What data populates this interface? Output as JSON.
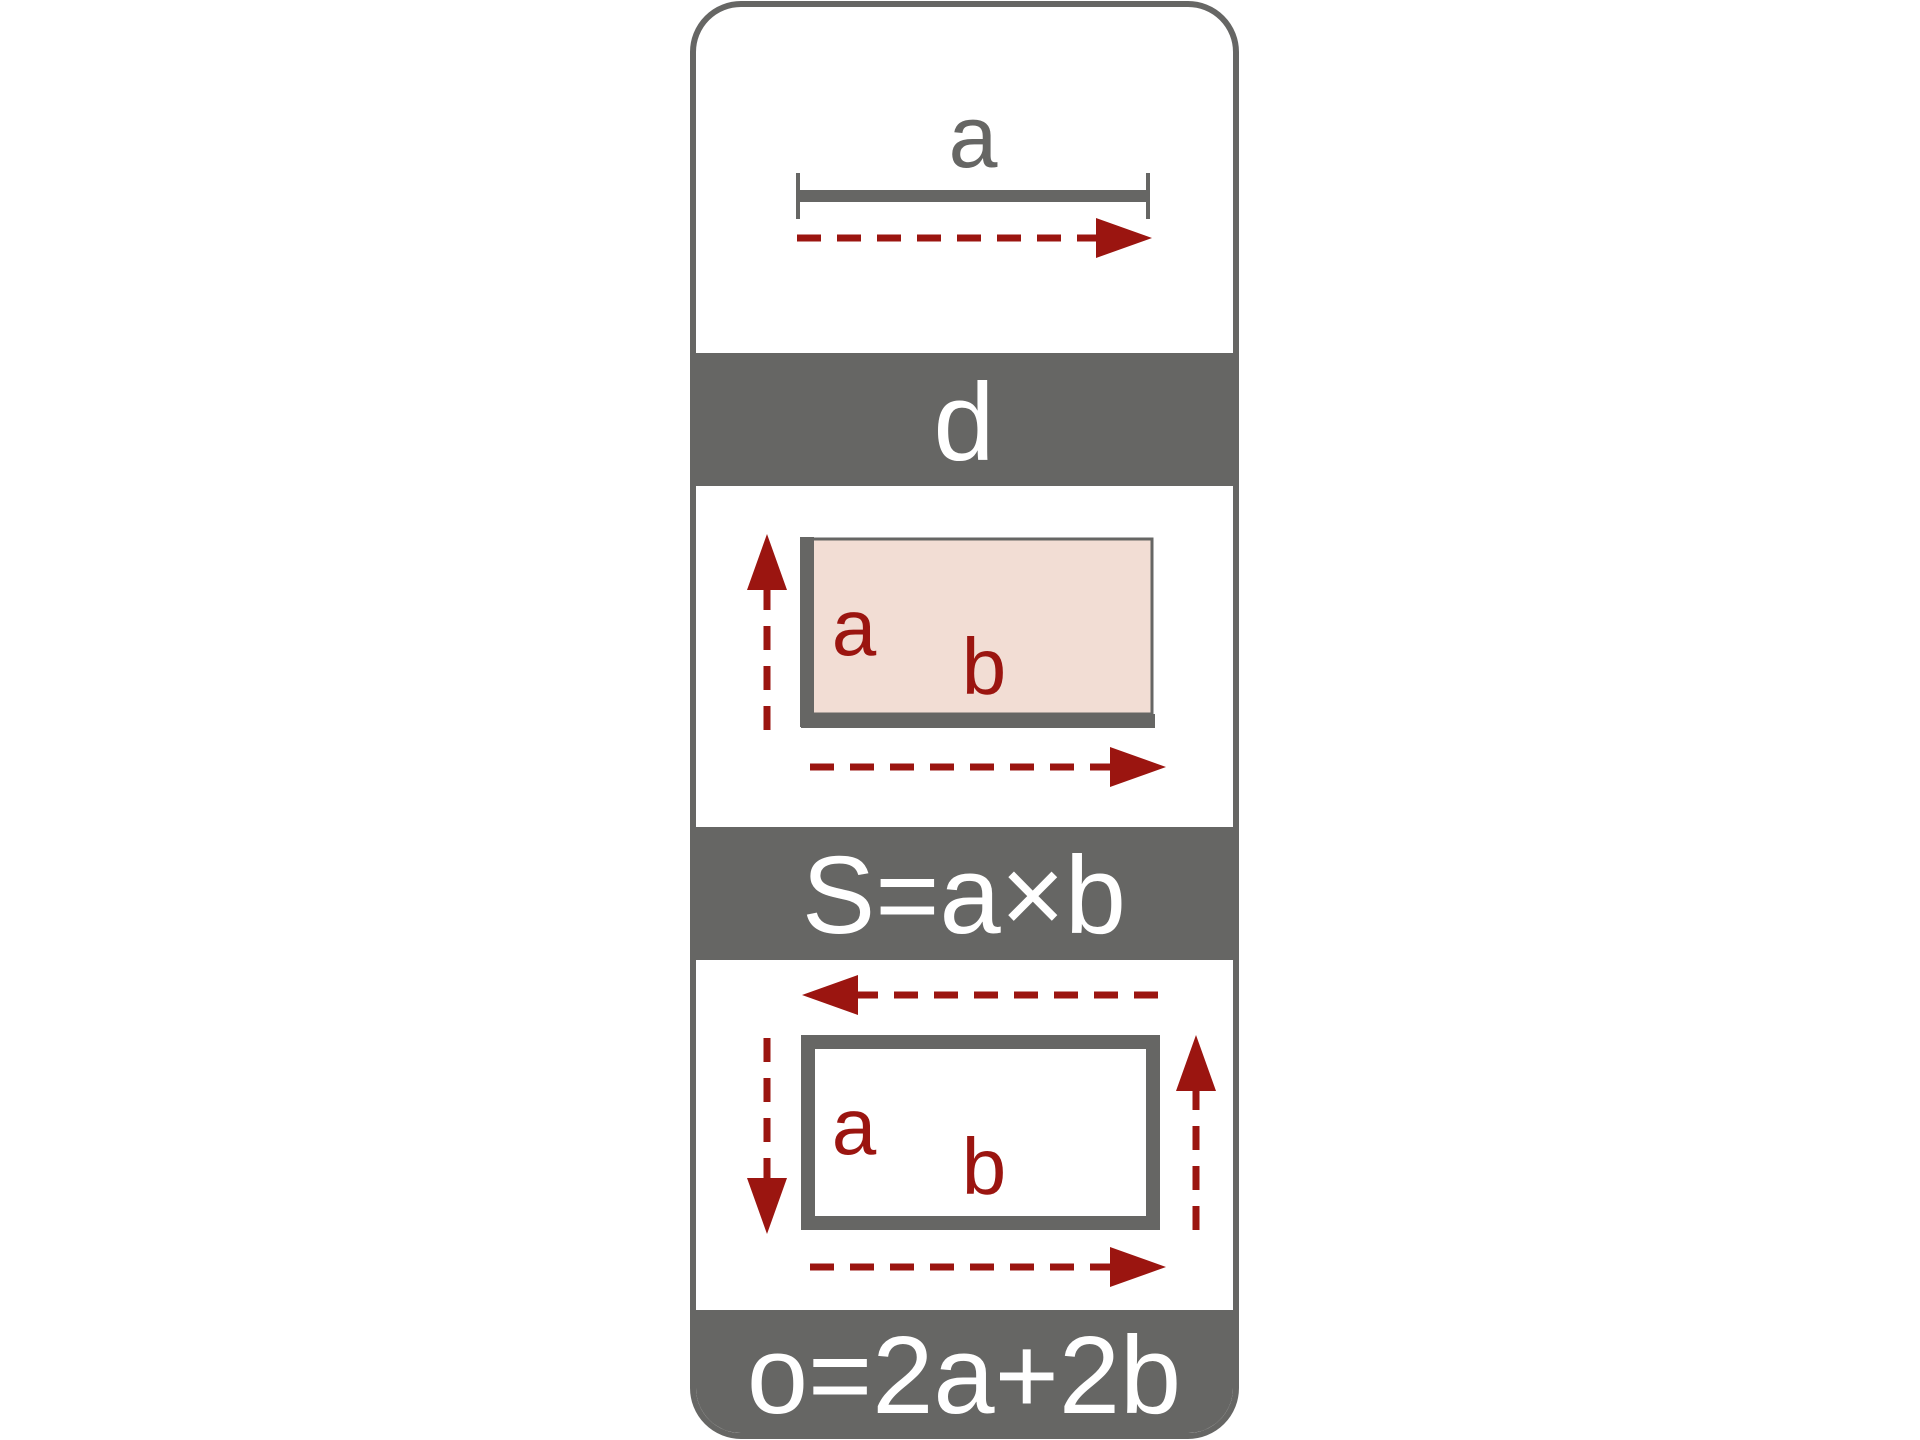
{
  "colors": {
    "frame": "#666664",
    "accent": "#9b1510",
    "fill": "#f2ddd4",
    "band_text": "#ffffff",
    "background": "#ffffff"
  },
  "panel_length": {
    "label": "a"
  },
  "band_length": {
    "text": "d"
  },
  "panel_area": {
    "label_side": "a",
    "label_base": "b"
  },
  "band_area": {
    "text": "S=a×b"
  },
  "panel_perimeter": {
    "label_side": "a",
    "label_base": "b"
  },
  "band_perimeter": {
    "text": "o=2a+2b"
  }
}
